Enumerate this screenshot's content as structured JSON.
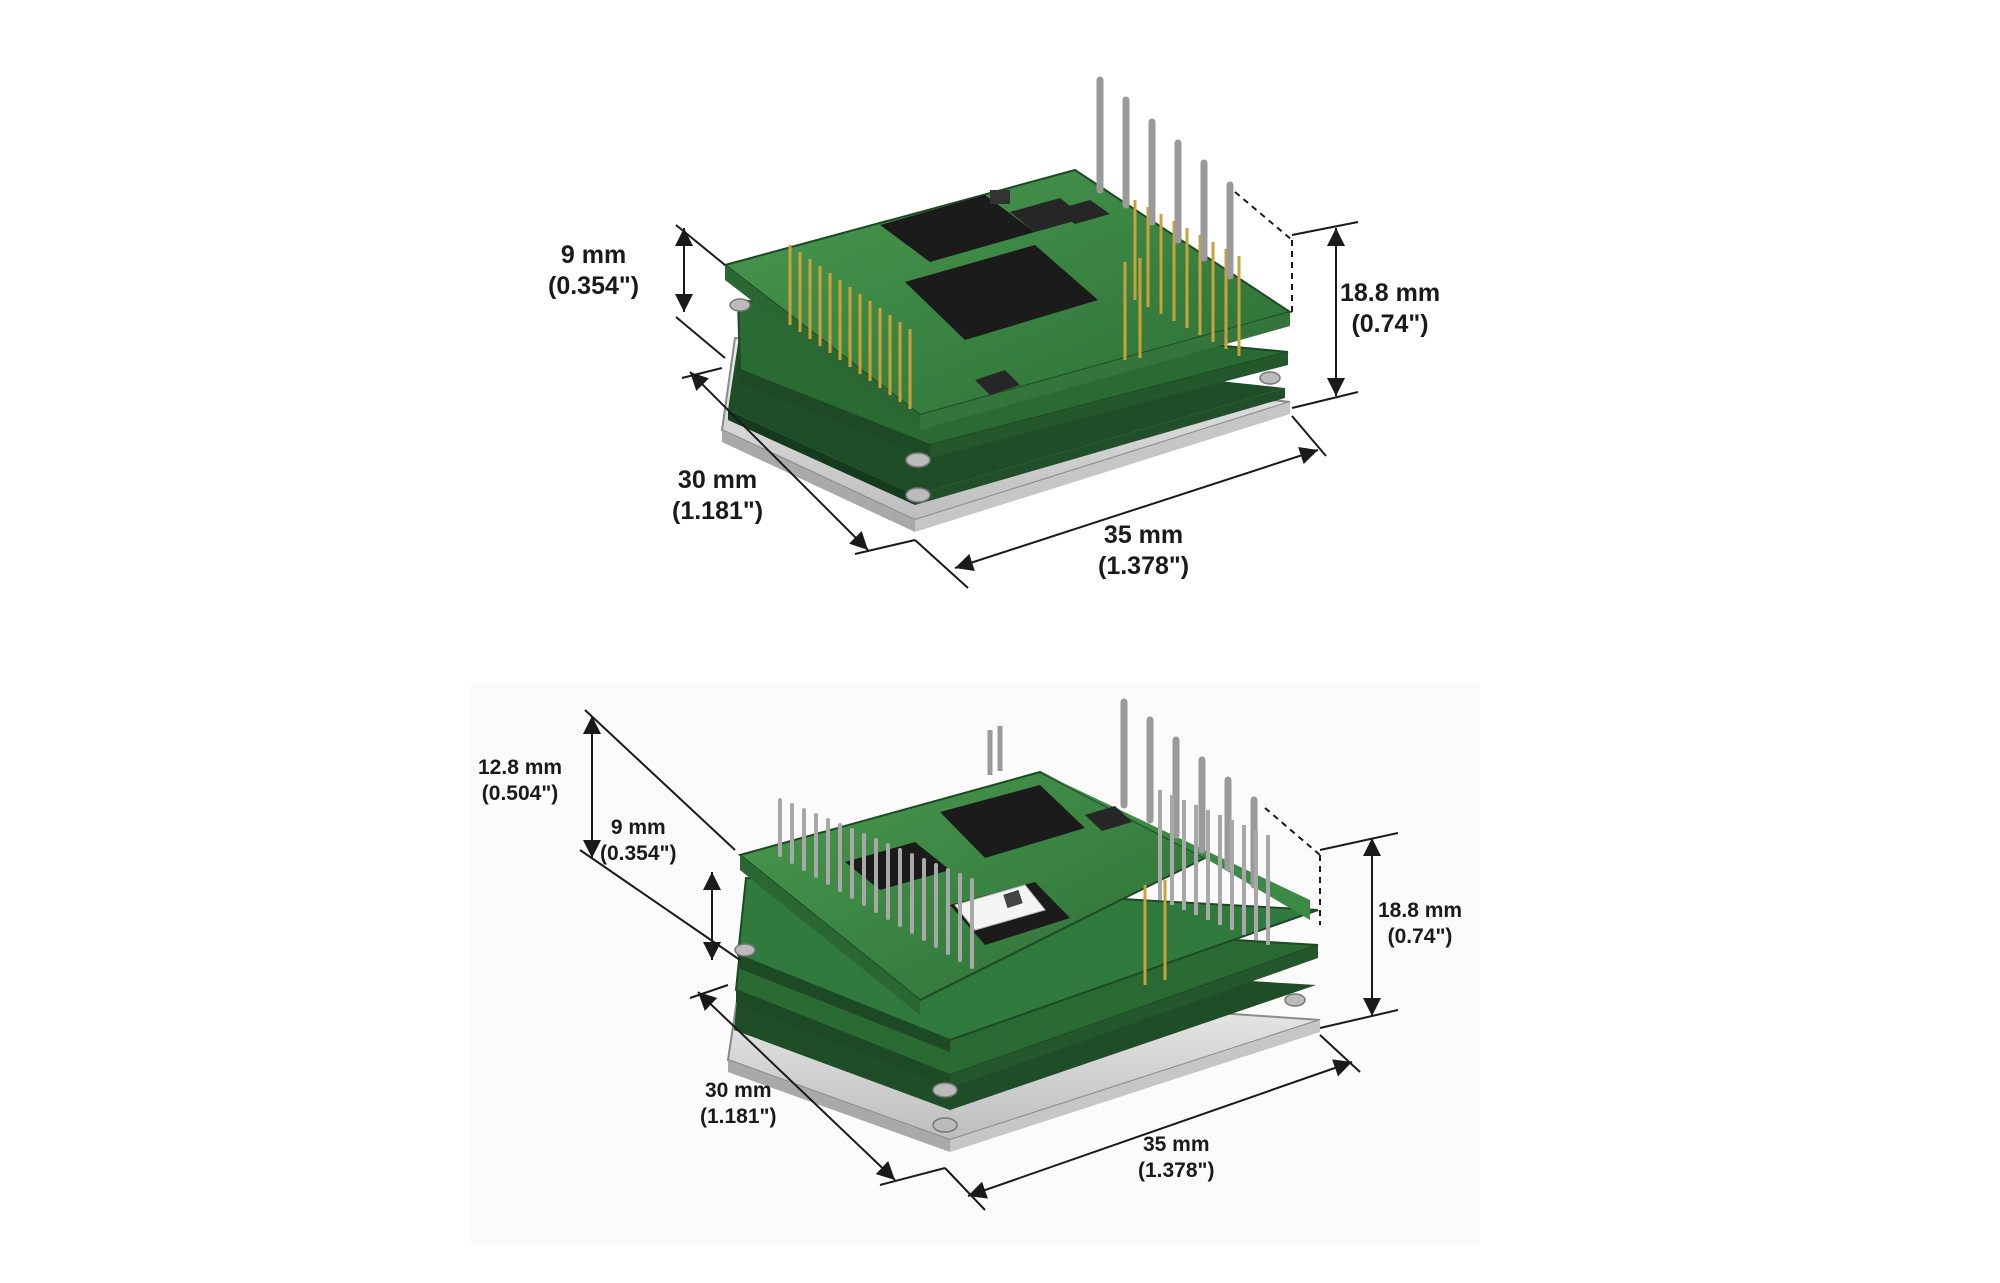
{
  "colors": {
    "pcb_green": "#2f7a3c",
    "pcb_edge": "#1d4a25",
    "pcb_top": "#3d8a46",
    "aluminum": "#d8d8d8",
    "connector_gold": "#c9a23a",
    "pin_silver": "#9a9a9a",
    "chip_black": "#1b1b1b",
    "dimension_line": "#1a1a1a"
  },
  "top_module": {
    "height_front": {
      "mm": "9 mm",
      "in": "(0.354\")"
    },
    "height_total": {
      "mm": "18.8 mm",
      "in": "(0.74\")"
    },
    "depth": {
      "mm": "30 mm",
      "in": "(1.181\")"
    },
    "width": {
      "mm": "35 mm",
      "in": "(1.378\")"
    }
  },
  "bottom_module": {
    "height_overall": {
      "mm": "12.8 mm",
      "in": "(0.504\")"
    },
    "height_front": {
      "mm": "9 mm",
      "in": "(0.354\")"
    },
    "height_total": {
      "mm": "18.8 mm",
      "in": "(0.74\")"
    },
    "depth": {
      "mm": "30 mm",
      "in": "(1.181\")"
    },
    "width": {
      "mm": "35 mm",
      "in": "(1.378\")"
    }
  }
}
